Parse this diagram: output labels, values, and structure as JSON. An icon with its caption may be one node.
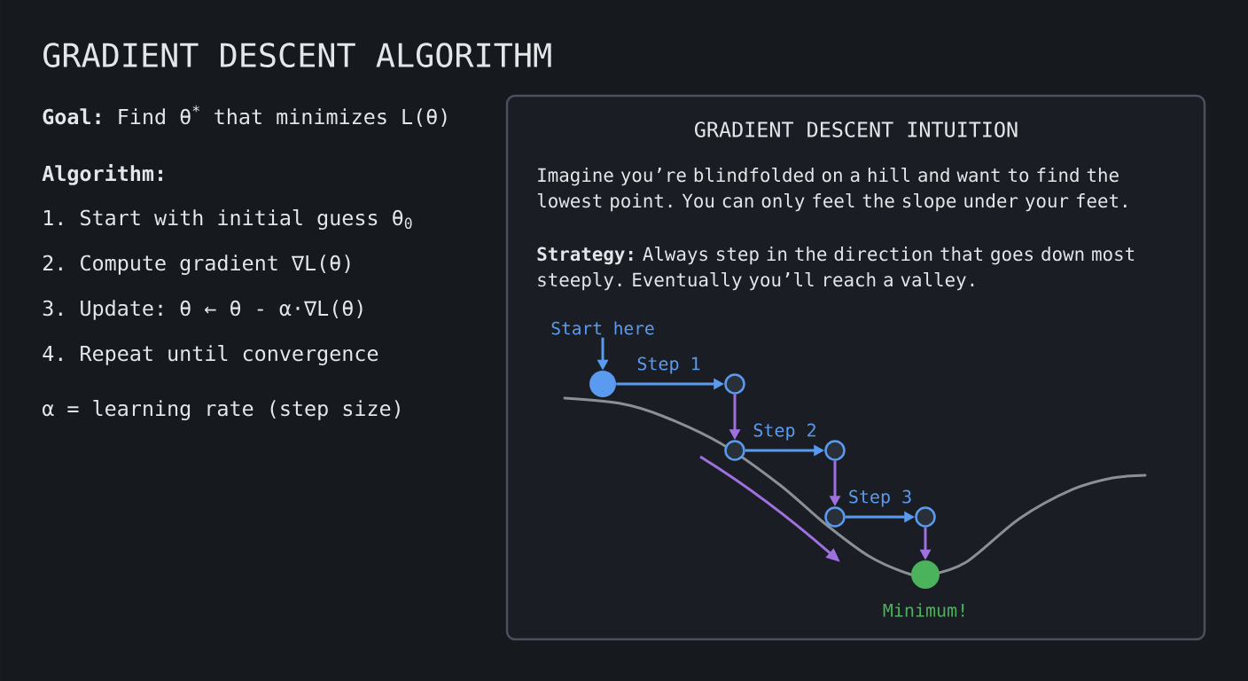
{
  "diagram": {
    "title": "GRADIENT DESCENT ALGORITHM",
    "nodes": [
      {
        "text": [
          "GRADIENT DESCENT INTUITION",
          "Imagine you’re blindfolded on a hill and want to find the lowest point. You can only feel the slope under your feet.",
          "**Strategy:** Always step in the direction that goes down most steeply. Eventually you’ll reach a valley."
        ]
      },
      {
        "text": [
          "Start here"
        ],
        "in": 0
      },
      {
        "text": [],
        "shape": "circle",
        "in": 0
      },
      {
        "text": [],
        "shape": "circle",
        "in": 0
      },
      {
        "text": [],
        "shape": "circle",
        "in": 0
      },
      {
        "text": [],
        "shape": "circle",
        "in": 0
      },
      {
        "text": [],
        "shape": "circle",
        "in": 0
      },
      {
        "text": [],
        "shape": "circle",
        "in": 0
      },
      {
        "text": [],
        "shape": "circle",
        "in": 0,
        "beside": [
          "Minimum!"
        ]
      }
    ],
    "edges": [
      {
        "from": 1,
        "to": 2,
        "arrow": "to"
      },
      {
        "from": 2,
        "to": 3,
        "arrow": "to",
        "label": "Step 1"
      },
      {
        "from": 3,
        "to": 4,
        "arrow": "to",
        "color": "#a070e0"
      },
      {
        "from": 4,
        "to": 5,
        "arrow": "to",
        "label": "Step 2"
      },
      {
        "from": 5,
        "to": 6,
        "arrow": "to",
        "color": "#a070e0"
      },
      {
        "from": 6,
        "to": 7,
        "arrow": "to",
        "label": "Step 3"
      },
      {
        "from": 7,
        "to": 8,
        "arrow": "to",
        "color": "#a070e0"
      }
    ],
    "labels": [
      "**Goal:** Find θ$^{*}$ that minimizes L(θ)",
      "Algorithm:",
      "1. Start with initial guess θ$_{0}$",
      "2. Compute gradient ∇L(θ)",
      "3. Update: θ ← θ - α·∇L(θ)",
      "4. Repeat until convergence",
      "α = learning rate (step size)"
    ]
  }
}
